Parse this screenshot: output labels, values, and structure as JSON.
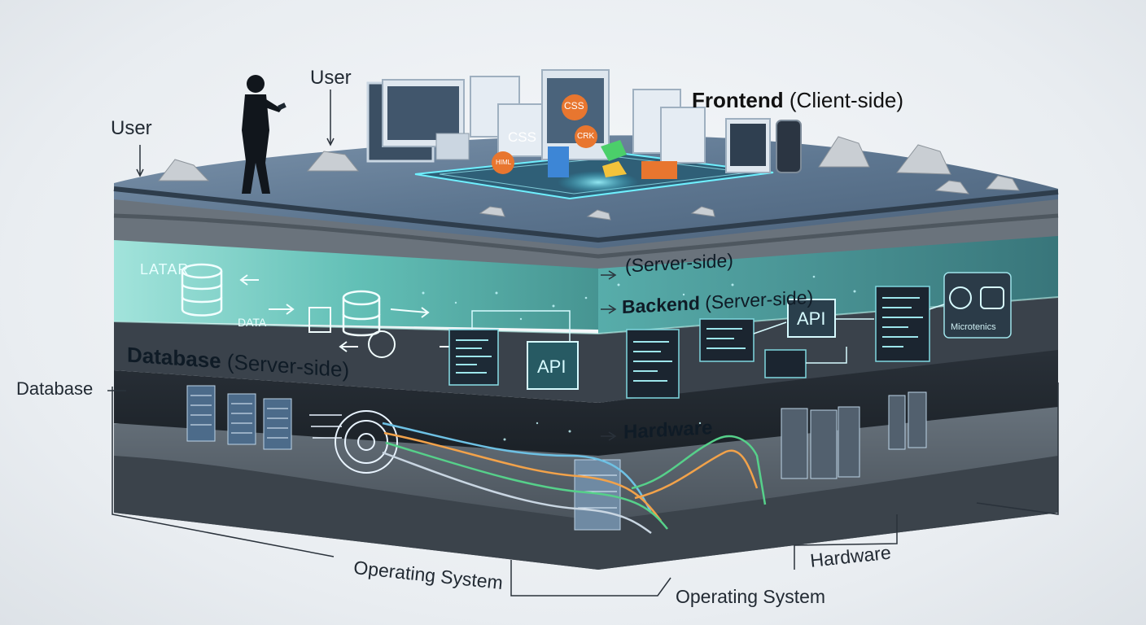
{
  "labels": {
    "user_left": "User",
    "user_top": "User",
    "frontend_bold": "Frontend",
    "frontend_rest": " (Client-side)",
    "database_side": "Database",
    "database_layer_bold": "Database",
    "database_layer_rest": " (Server-side)",
    "server_side": "(Server-side)",
    "backend_bold": "Backend",
    "backend_rest": " (Server-side)",
    "hardware_layer": "Hardware",
    "operating_system_left": "Operating System",
    "operating_system_right": "Operating System",
    "hardware_right": "Hardware"
  },
  "inner_text": {
    "latar": "LATAR",
    "data": "DATA",
    "api_left": "API",
    "api_right": "API",
    "microservices": "Microtenics",
    "css_large": "CSS",
    "css_small": "CSS",
    "crk": "CRK",
    "html": "HIML"
  },
  "colors": {
    "surface_top": "#5f7c98",
    "teal_layer": "#7fd1c8",
    "backend_slab": "#3f4750",
    "rock_layer": "#59636d",
    "bedrock": "#3b434b",
    "glow_accent": "#38e0f0",
    "orange_badge": "#e8762f"
  },
  "icons": [
    "person-icon",
    "monitor-icon",
    "database-icon",
    "server-rack-icon",
    "api-box-icon",
    "code-window-icon",
    "gear-icon",
    "cable-icon",
    "rock-icon"
  ]
}
